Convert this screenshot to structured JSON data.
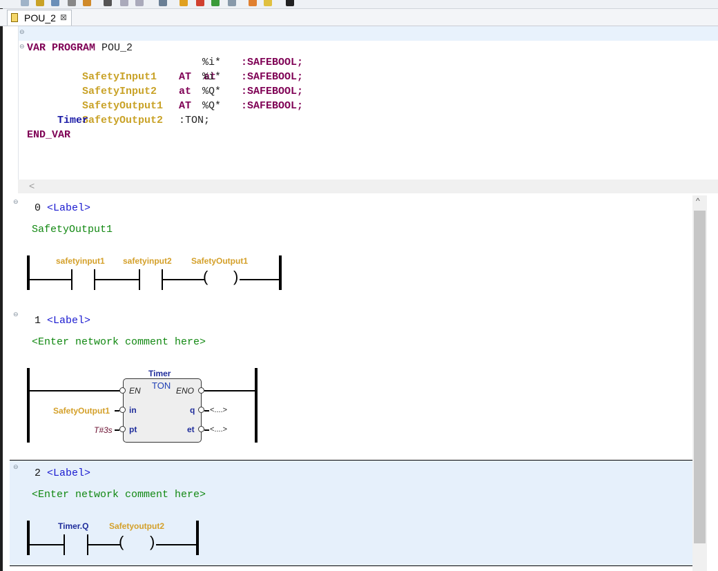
{
  "tab": {
    "title": "POU_2",
    "close": "⊠"
  },
  "code": {
    "lines": {
      "program": {
        "kw": "PROGRAM",
        "name": " POU_2"
      },
      "var": "VAR",
      "end_var": "END_VAR",
      "decls": [
        {
          "name": "SafetyInput1",
          "at": "at",
          "addr": "%i*",
          "type": ":SAFEBOOL;"
        },
        {
          "name": "SafetyInput2",
          "at": "AT",
          "addr": "%i*",
          "type": ":SAFEBOOL;"
        },
        {
          "name": "SafetyOutput1",
          "at": "at",
          "addr": "%Q*",
          "type": ":SAFEBOOL;"
        },
        {
          "name": "SafetyOutput2",
          "at": "AT",
          "addr": "%Q*",
          "type": ":SAFEBOOL;"
        }
      ],
      "timer": {
        "name": "Timer",
        "type": ":TON;"
      }
    },
    "scroll_left": "<"
  },
  "networks": [
    {
      "num": "0",
      "label": "<Label>",
      "comment": "SafetyOutput1",
      "contacts": [
        "safetyinput1",
        "safetyinput2"
      ],
      "coil": "SafetyOutput1"
    },
    {
      "num": "1",
      "label": "<Label>",
      "comment": "<Enter network comment here>",
      "fb": {
        "instance": "Timer",
        "type": "TON",
        "en": "EN",
        "eno": "ENO",
        "in_pin": "in",
        "pt_pin": "pt",
        "q_pin": "q",
        "et_pin": "et",
        "in_var": "SafetyOutput1",
        "pt_val": "T#3s",
        "q_var": "<....>",
        "et_var": "<....>"
      }
    },
    {
      "num": "2",
      "label": "<Label>",
      "comment": "<Enter network comment here>",
      "contacts": [
        "Timer.Q"
      ],
      "coil": "Safetyoutput2"
    }
  ],
  "scroll_up": "^"
}
